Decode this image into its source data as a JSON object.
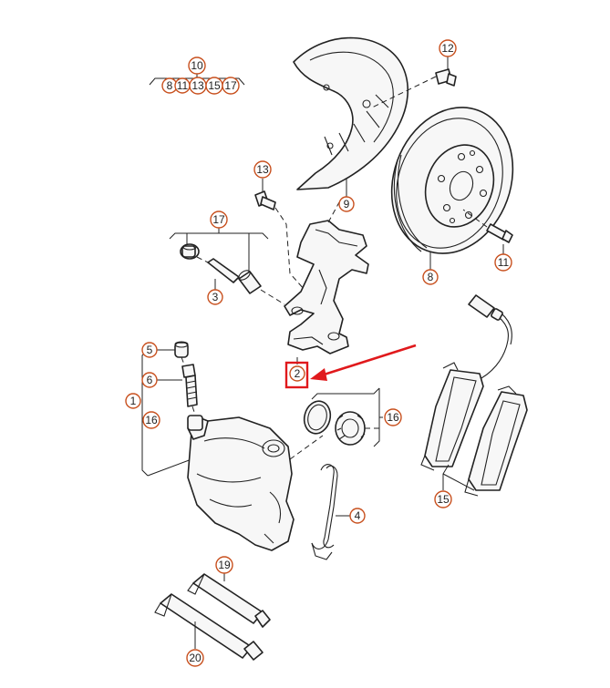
{
  "callouts": {
    "c10": "10",
    "c8a": "8",
    "c11a": "11",
    "c13a": "13",
    "c15a": "15",
    "c17a": "17",
    "c12": "12",
    "c13": "13",
    "c9": "9",
    "c8": "8",
    "c11": "11",
    "c17": "17",
    "c3": "3",
    "c2": "2",
    "c5": "5",
    "c6": "6",
    "c1": "1",
    "c16a": "16",
    "c16": "16",
    "c4": "4",
    "c15": "15",
    "c19": "19",
    "c20": "20"
  },
  "colors": {
    "callout_ring": "#c8501e",
    "highlight": "#e0191c",
    "line": "#222222"
  },
  "highlighted_part": "2"
}
